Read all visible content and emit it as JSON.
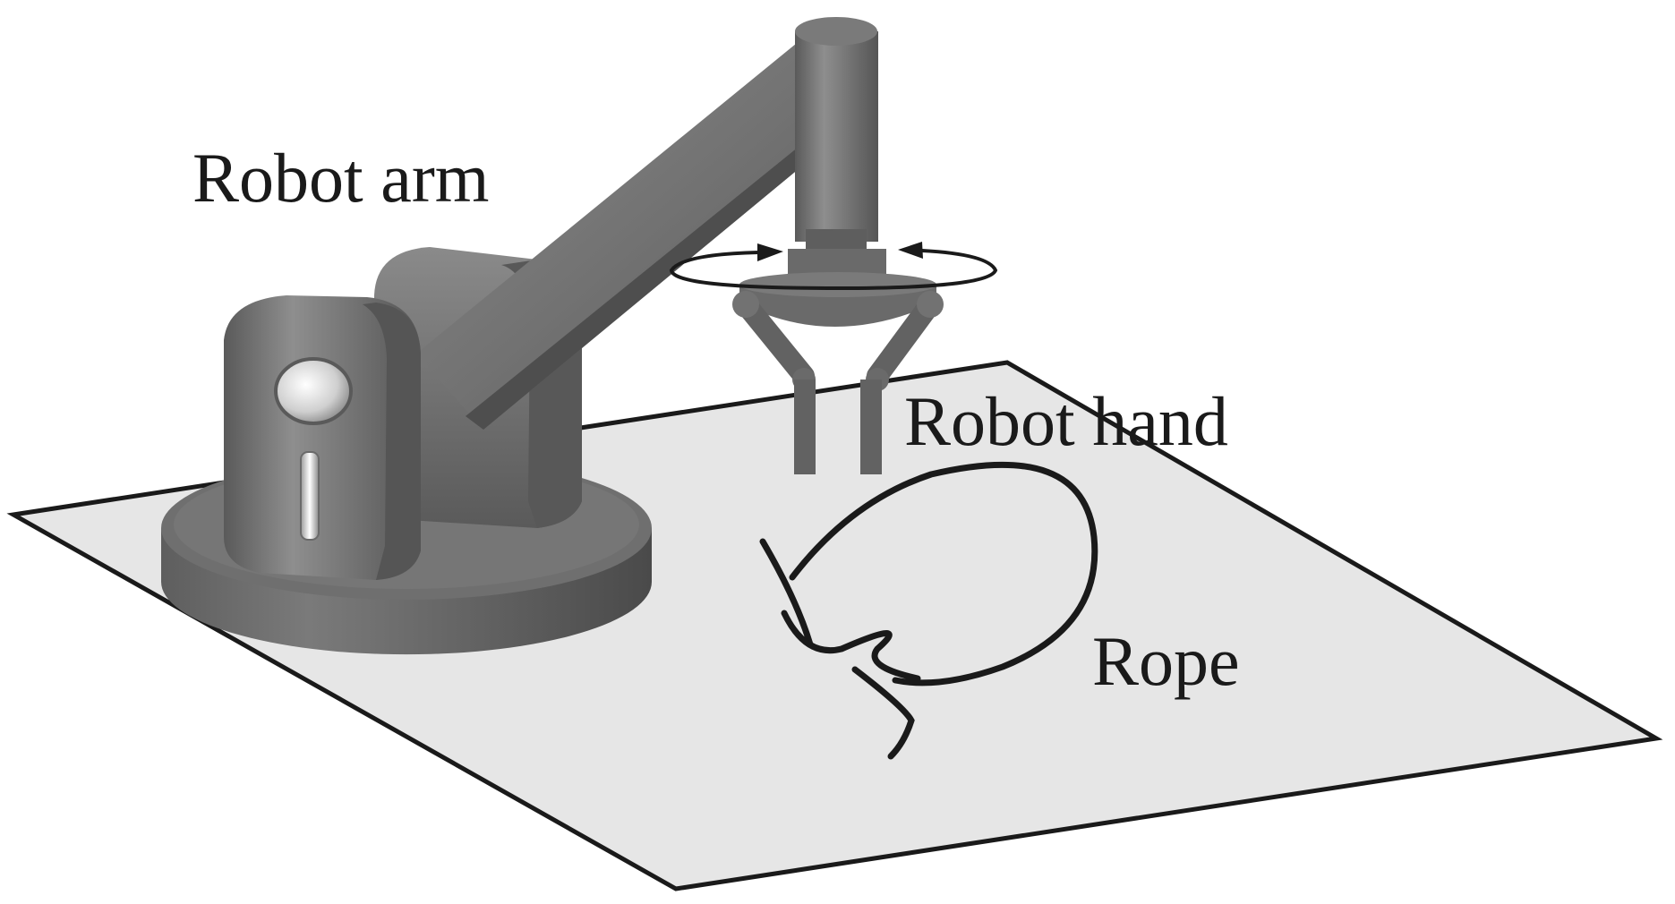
{
  "labels": {
    "robot_arm": "Robot arm",
    "robot_hand": "Robot hand",
    "rope": "Rope"
  },
  "colors": {
    "background": "#ffffff",
    "table_fill": "#e6e6e6",
    "outline": "#1a1a1a",
    "metal_light": "#8e8e8e",
    "metal_mid": "#6e6e6e",
    "metal_dark": "#4e4e4e"
  },
  "icons": {
    "rotation": "rotation-arrows-icon"
  }
}
